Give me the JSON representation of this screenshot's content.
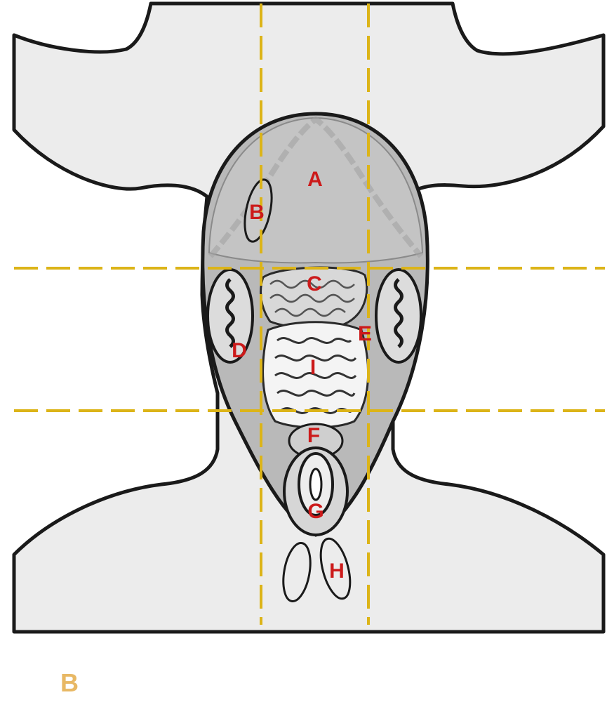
{
  "panel_label": "B",
  "regions": {
    "a": "A",
    "b": "B",
    "c": "C",
    "d": "D",
    "e": "E",
    "f": "F",
    "g": "G",
    "h": "H",
    "i": "I"
  },
  "colors": {
    "outline": "#1a1a1a",
    "body_fill": "#ececec",
    "cavity_fill": "#b9b9b9",
    "liver_fill": "#c4c4c4",
    "intestine_fill": "#ffffff",
    "division_lines": "#dcb418",
    "region_labels": "#cc1a1a",
    "panel_label": "#e8b864"
  }
}
